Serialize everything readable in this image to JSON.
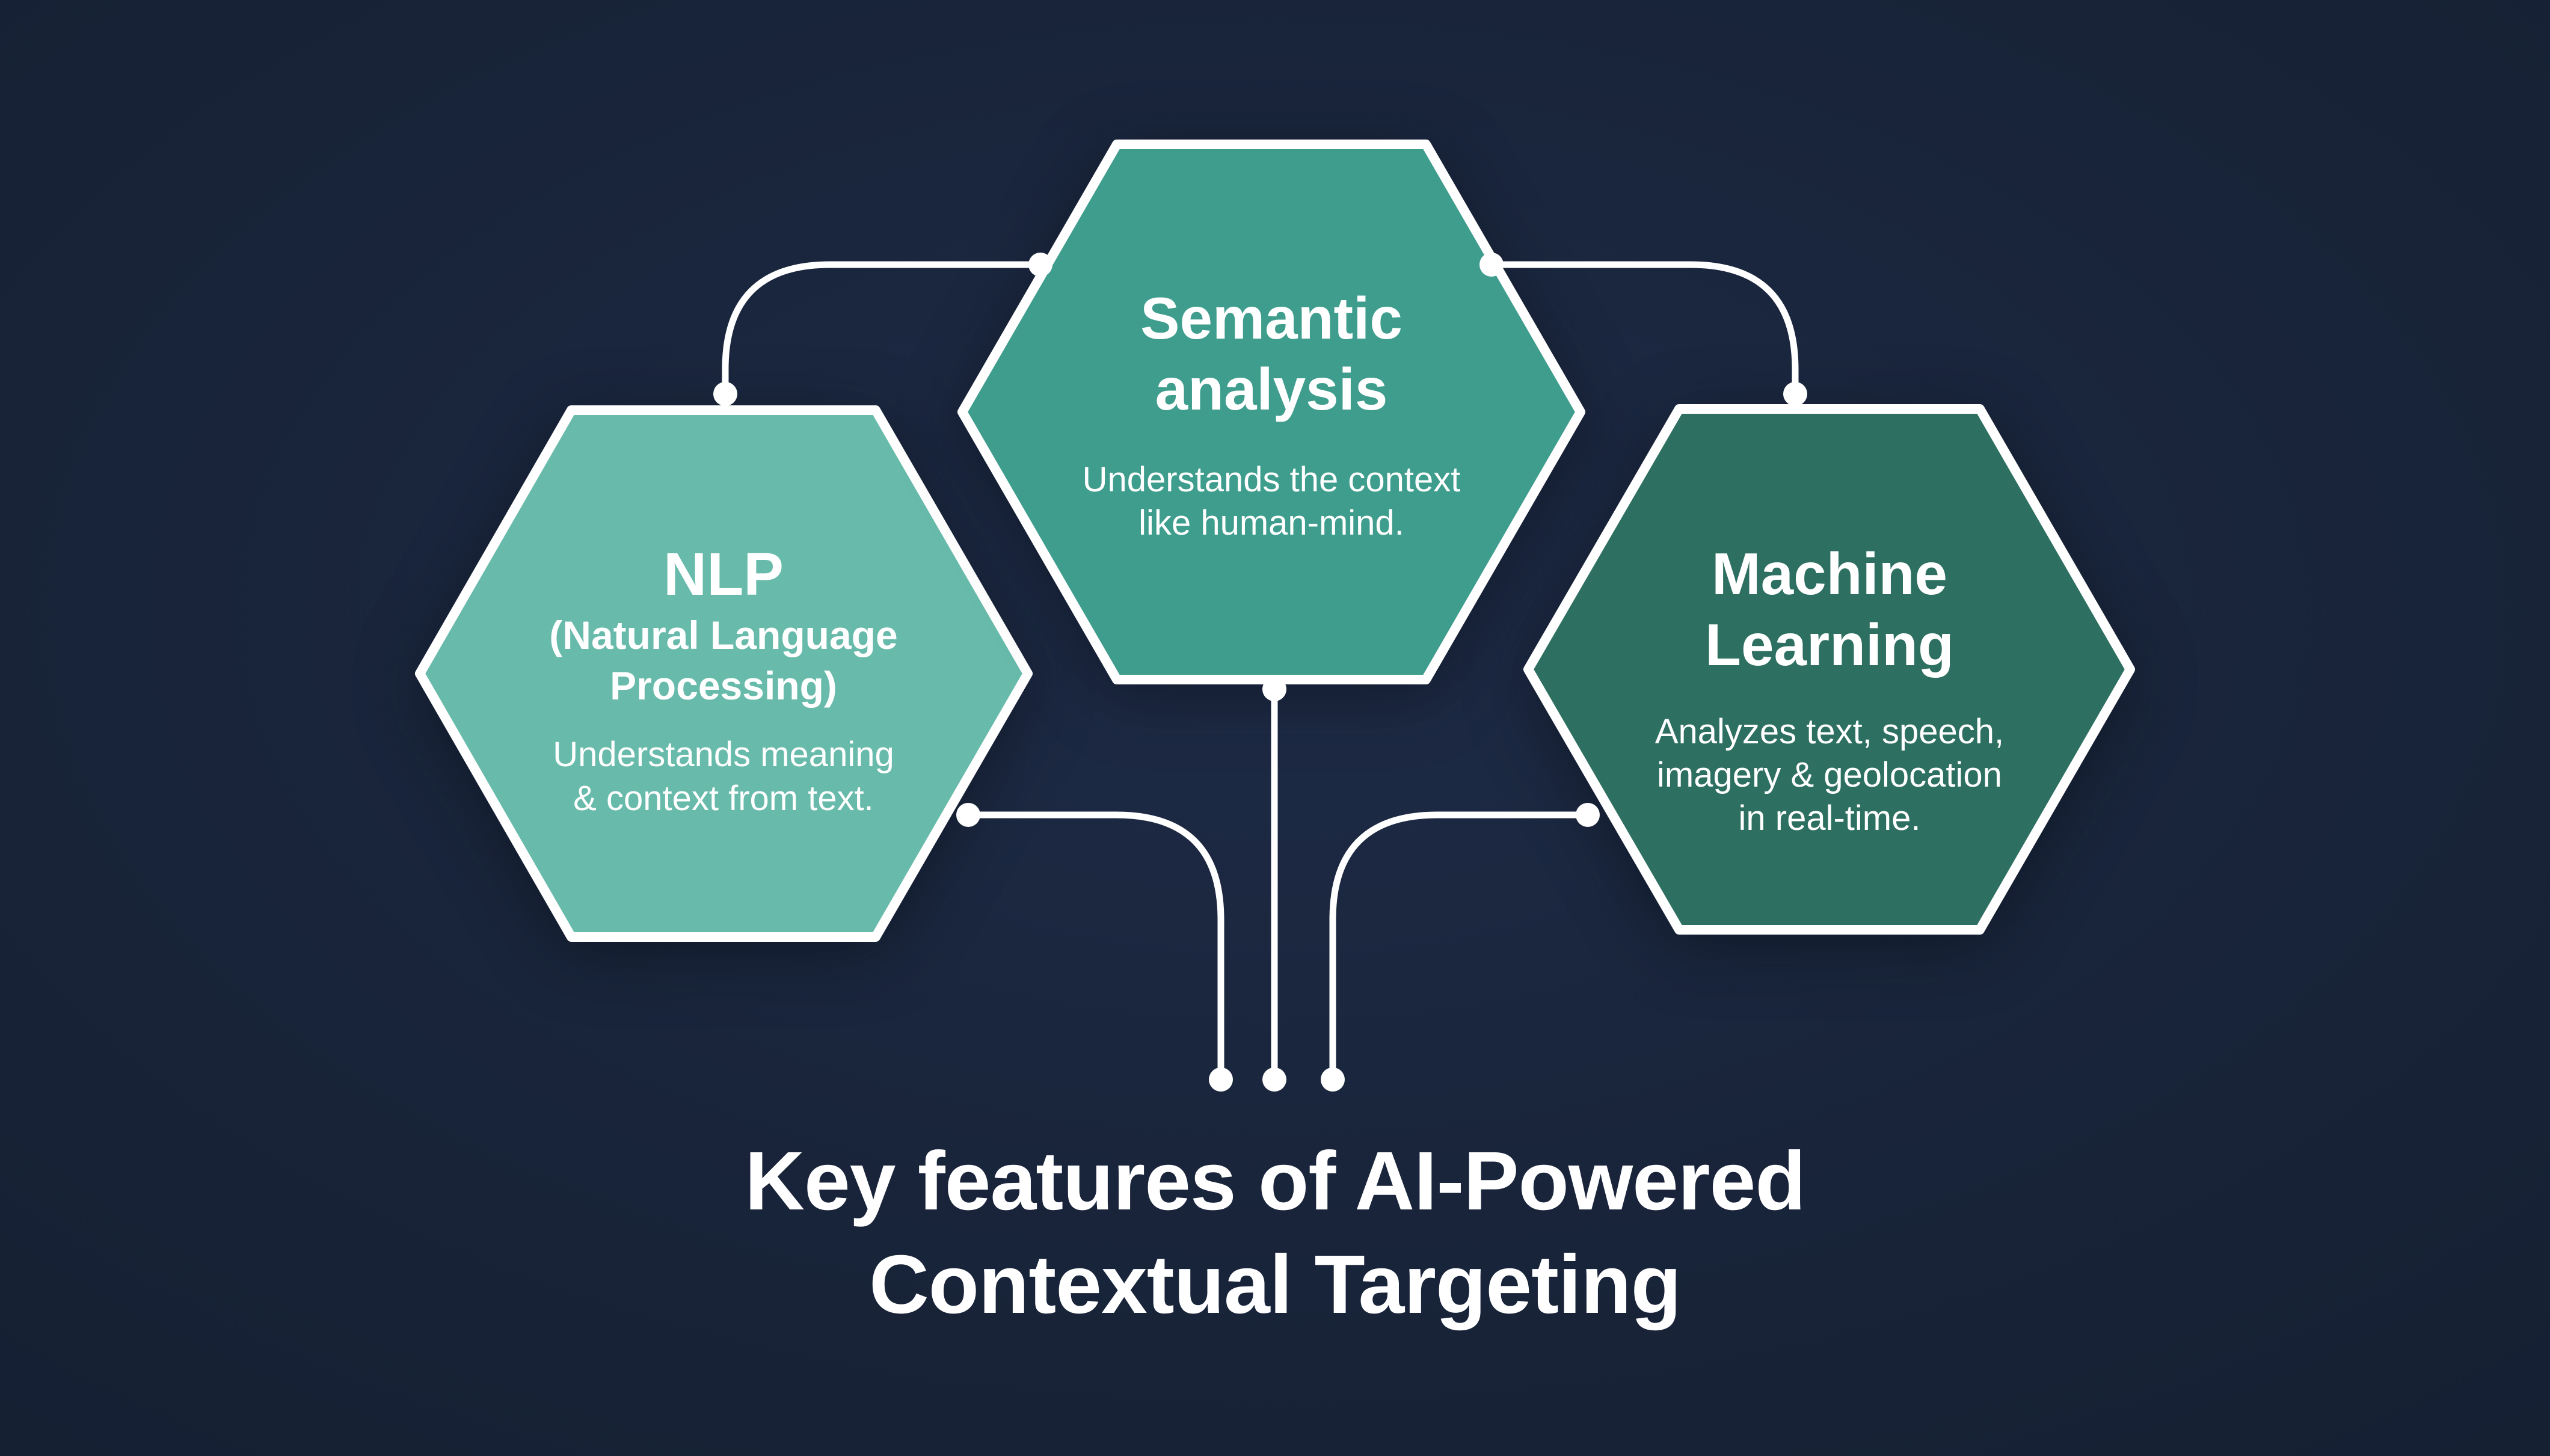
{
  "diagram": {
    "type": "infographic",
    "line_color": "#ffffff",
    "text_color": "#ffffff",
    "background_center": "#1e2b46",
    "background_mid": "#172236",
    "background_edge": "#121b2c"
  },
  "title": {
    "lines": [
      "Key features of AI-Powered",
      "Contextual Targeting"
    ]
  },
  "hexagons": [
    {
      "name": "nlp",
      "fill": "#68baaa",
      "heading": "NLP",
      "subheading_lines": [
        "(Natural Language",
        "Processing)"
      ],
      "body_lines": [
        "Understands meaning",
        "& context from text."
      ]
    },
    {
      "name": "semantic-analysis",
      "fill": "#3f9d8d",
      "heading_lines": [
        "Semantic",
        "analysis"
      ],
      "body_lines": [
        "Understands the context",
        "like human-mind."
      ]
    },
    {
      "name": "machine-learning",
      "fill": "#2d6f60",
      "heading_lines": [
        "Machine",
        "Learning"
      ],
      "body_lines": [
        "Analyzes text, speech,",
        "imagery & geolocation",
        "in real-time."
      ]
    }
  ]
}
